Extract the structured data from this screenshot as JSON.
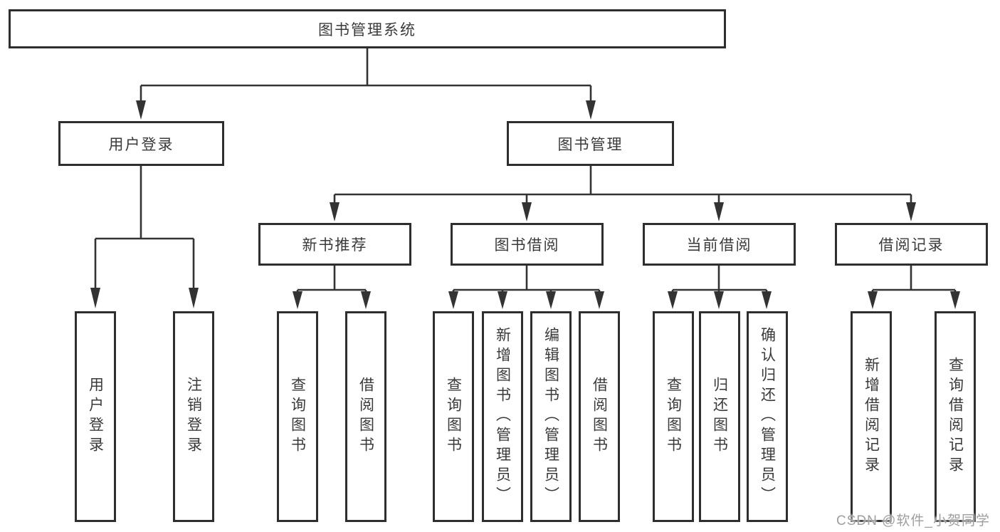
{
  "root": {
    "label": "图书管理系统"
  },
  "level2": {
    "user_login": {
      "label": "用户登录"
    },
    "book_mgmt": {
      "label": "图书管理"
    }
  },
  "level3": {
    "new_books": {
      "label": "新书推荐"
    },
    "borrowing": {
      "label": "图书借阅"
    },
    "current": {
      "label": "当前借阅"
    },
    "records": {
      "label": "借阅记录"
    }
  },
  "leaves": {
    "user_login": {
      "label": "用户登录"
    },
    "logout": {
      "label": "注销登录"
    },
    "nb_query": {
      "label": "查询图书"
    },
    "nb_borrow": {
      "label": "借阅图书"
    },
    "bb_query": {
      "label": "查询图书"
    },
    "bb_add": {
      "label": "新增图书（管理员）"
    },
    "bb_edit": {
      "label": "编辑图书（管理员）"
    },
    "bb_borrow": {
      "label": "借阅图书"
    },
    "cb_query": {
      "label": "查询图书"
    },
    "cb_return": {
      "label": "归还图书"
    },
    "cb_confirm": {
      "label": "确认归还（管理员）"
    },
    "rec_add": {
      "label": "新增借阅记录"
    },
    "rec_query": {
      "label": "查询借阅记录"
    }
  },
  "watermark": {
    "text": "CSDN @软件_小贺同学"
  },
  "colors": {
    "border": "#2e2e2e",
    "line": "#333333",
    "text": "#3a3a3a",
    "background": "#ffffff",
    "watermark": "#9e9e9e"
  }
}
